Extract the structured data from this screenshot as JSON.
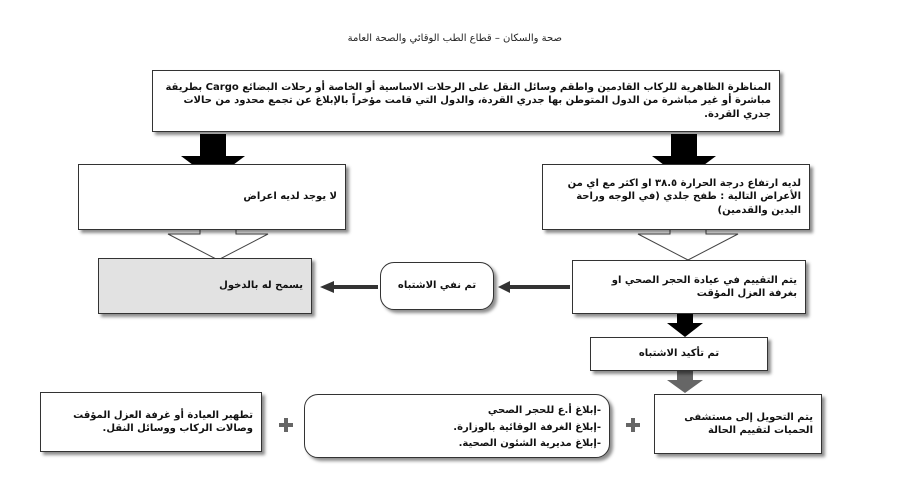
{
  "header": {
    "title": "صحة والسكان – قطاع الطب الوقائي والصحة العامة"
  },
  "boxes": {
    "top": "المناظرة الظاهرية للركاب القادمين واطقم وسائل النقل على الرحلات الاساسية أو الخاصة أو رحلات البضائع Cargo بطريقة مباشرة أو غير مباشرة من الدول المتوطن بها جدري القردة، والدول التي قامت مؤخراً بالإبلاغ عن تجمع محدود من حالات جدري القردة.",
    "no_symptoms": "لا يوجد لديه اعراض",
    "fever": "لديه ارتفاع درجة الحرارة ٣٨.٥ او اكثر مع اي من الأعراض التالية : طفح جلدي (في الوجه وراحة اليدين والقدمين)",
    "allowed_entry": "يسمح له بالدخول",
    "suspicion_ruled_out": "تم نفي الاشتباه",
    "evaluation": "يتم التقييم في عيادة الحجر الصحي او بغرفة العزل المؤقت",
    "confirmed": "تم تأكيد الاشتباه",
    "transfer": "يتم التحويل إلى مستشفى الحميات لتقييم الحالة",
    "notify": {
      "line1": "-إبلاغ أ.ع للحجر الصحي",
      "line2": "-إبلاغ الغرفة الوقائية بالوزارة.",
      "line3": "-إبلاغ مديرية الشئون الصحية."
    },
    "disinfect": "تطهير العيادة أو غرفة العزل المؤقت وصالات الركاب ووسائل النقل."
  }
}
